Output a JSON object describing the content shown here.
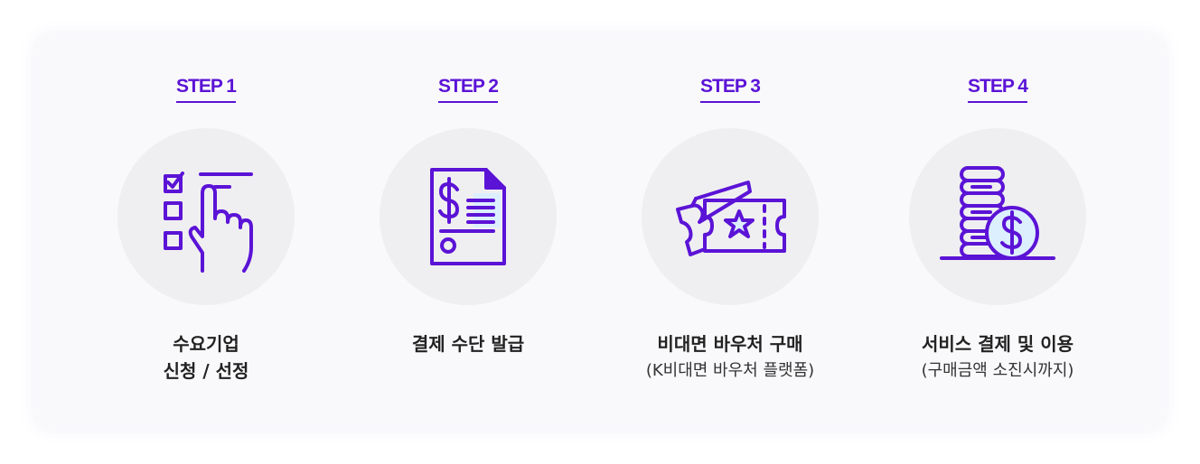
{
  "colors": {
    "accent": "#5b13d6",
    "icon_highlight": "#dcefff",
    "circle_bg": "#efeff1",
    "card_bg": "#f9f9fb"
  },
  "steps": [
    {
      "label": "STEP 1",
      "icon": "checklist-touch-icon",
      "title": "수요기업\n신청 / 선정",
      "subtitle": ""
    },
    {
      "label": "STEP 2",
      "icon": "invoice-document-icon",
      "title": "결제 수단 발급",
      "subtitle": ""
    },
    {
      "label": "STEP 3",
      "icon": "voucher-ticket-icon",
      "title": "비대면 바우처 구매",
      "subtitle": "(K비대면 바우처 플랫폼)"
    },
    {
      "label": "STEP 4",
      "icon": "coin-stack-icon",
      "title": "서비스 결제 및 이용",
      "subtitle": "(구매금액 소진시까지)"
    }
  ]
}
